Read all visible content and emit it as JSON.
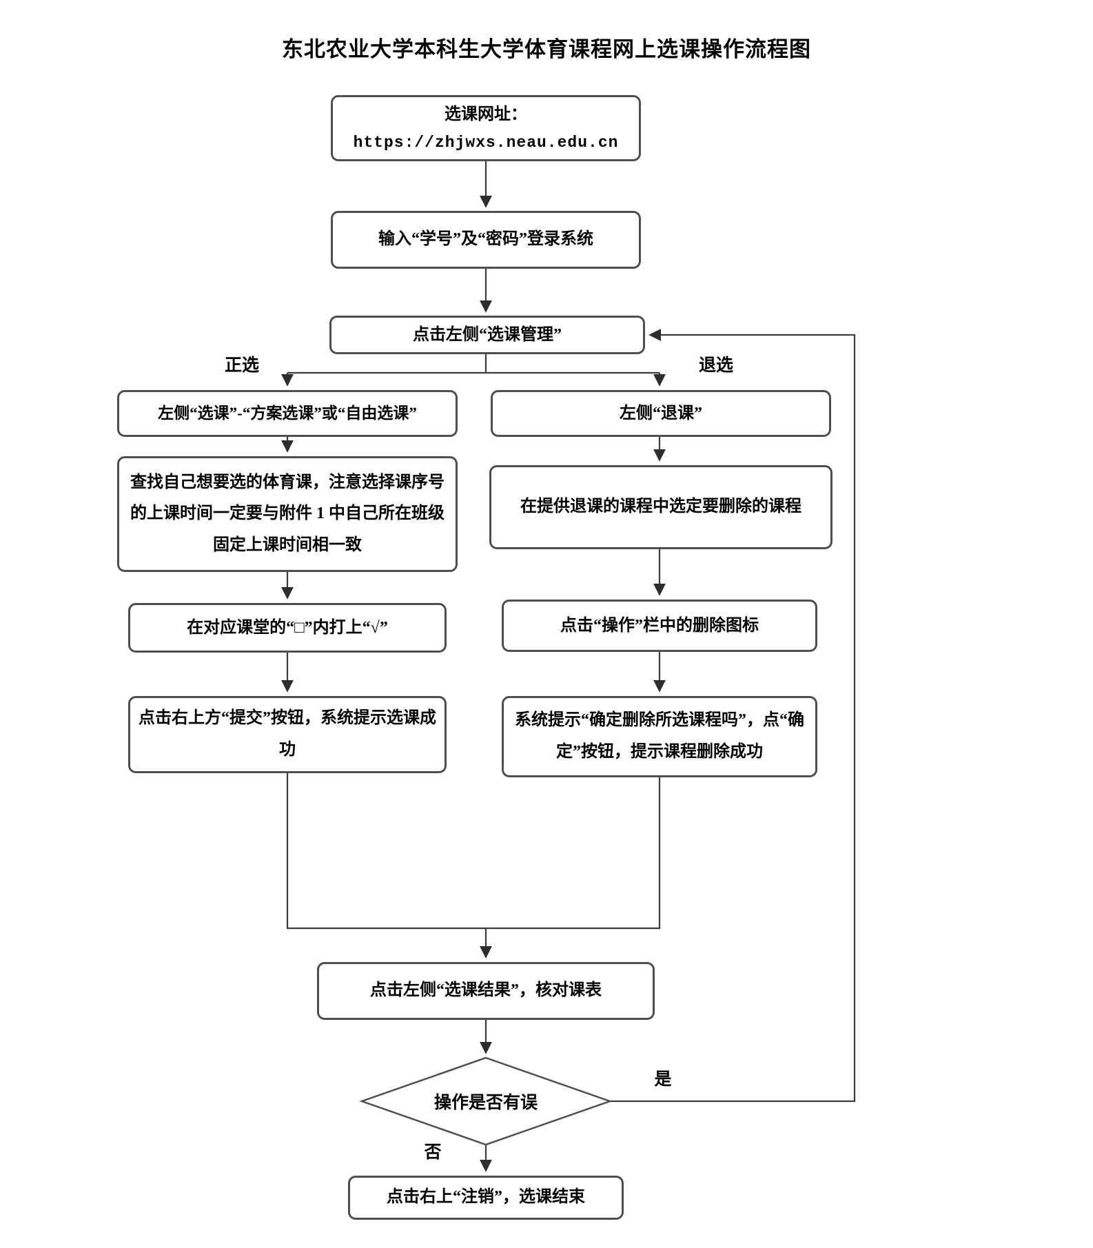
{
  "title": "东北农业大学本科生大学体育课程网上选课操作流程图",
  "nodes": {
    "url": {
      "line1": "选课网址：",
      "line2": "https://zhjwxs.neau.edu.cn"
    },
    "login": {
      "text": "输入“学号”及“密码”登录系统"
    },
    "course_mgmt": {
      "text": "点击左侧“选课管理”"
    },
    "select_1": {
      "text": "左侧“选课”-“方案选课”或“自由选课”"
    },
    "select_2": {
      "text": "查找自己想要选的体育课，注意选择课序号的上课时间一定要与附件 1 中自己所在班级固定上课时间相一致"
    },
    "select_3": {
      "text": "在对应课堂的“□”内打上“√”"
    },
    "select_4": {
      "text": "点击右上方“提交”按钮，系统提示选课成功"
    },
    "drop_1": {
      "text": "左侧“退课”"
    },
    "drop_2": {
      "text": "在提供退课的课程中选定要删除的课程"
    },
    "drop_3": {
      "text": "点击“操作”栏中的删除图标"
    },
    "drop_4": {
      "text": "系统提示“确定删除所选课程吗”，点“确定”按钮，提示课程删除成功"
    },
    "check_result": {
      "text": "点击左侧“选课结果”，核对课表"
    },
    "decision": {
      "text": "操作是否有误"
    },
    "logout": {
      "text": "点击右上“注销”，选课结束"
    }
  },
  "edge_labels": {
    "left_branch": "正选",
    "right_branch": "退选",
    "yes": "是",
    "no": "否"
  },
  "colors": {
    "line": "#3c3c3c",
    "box_border": "#4e4e4e",
    "text": "#000000",
    "background": "#ffffff"
  }
}
